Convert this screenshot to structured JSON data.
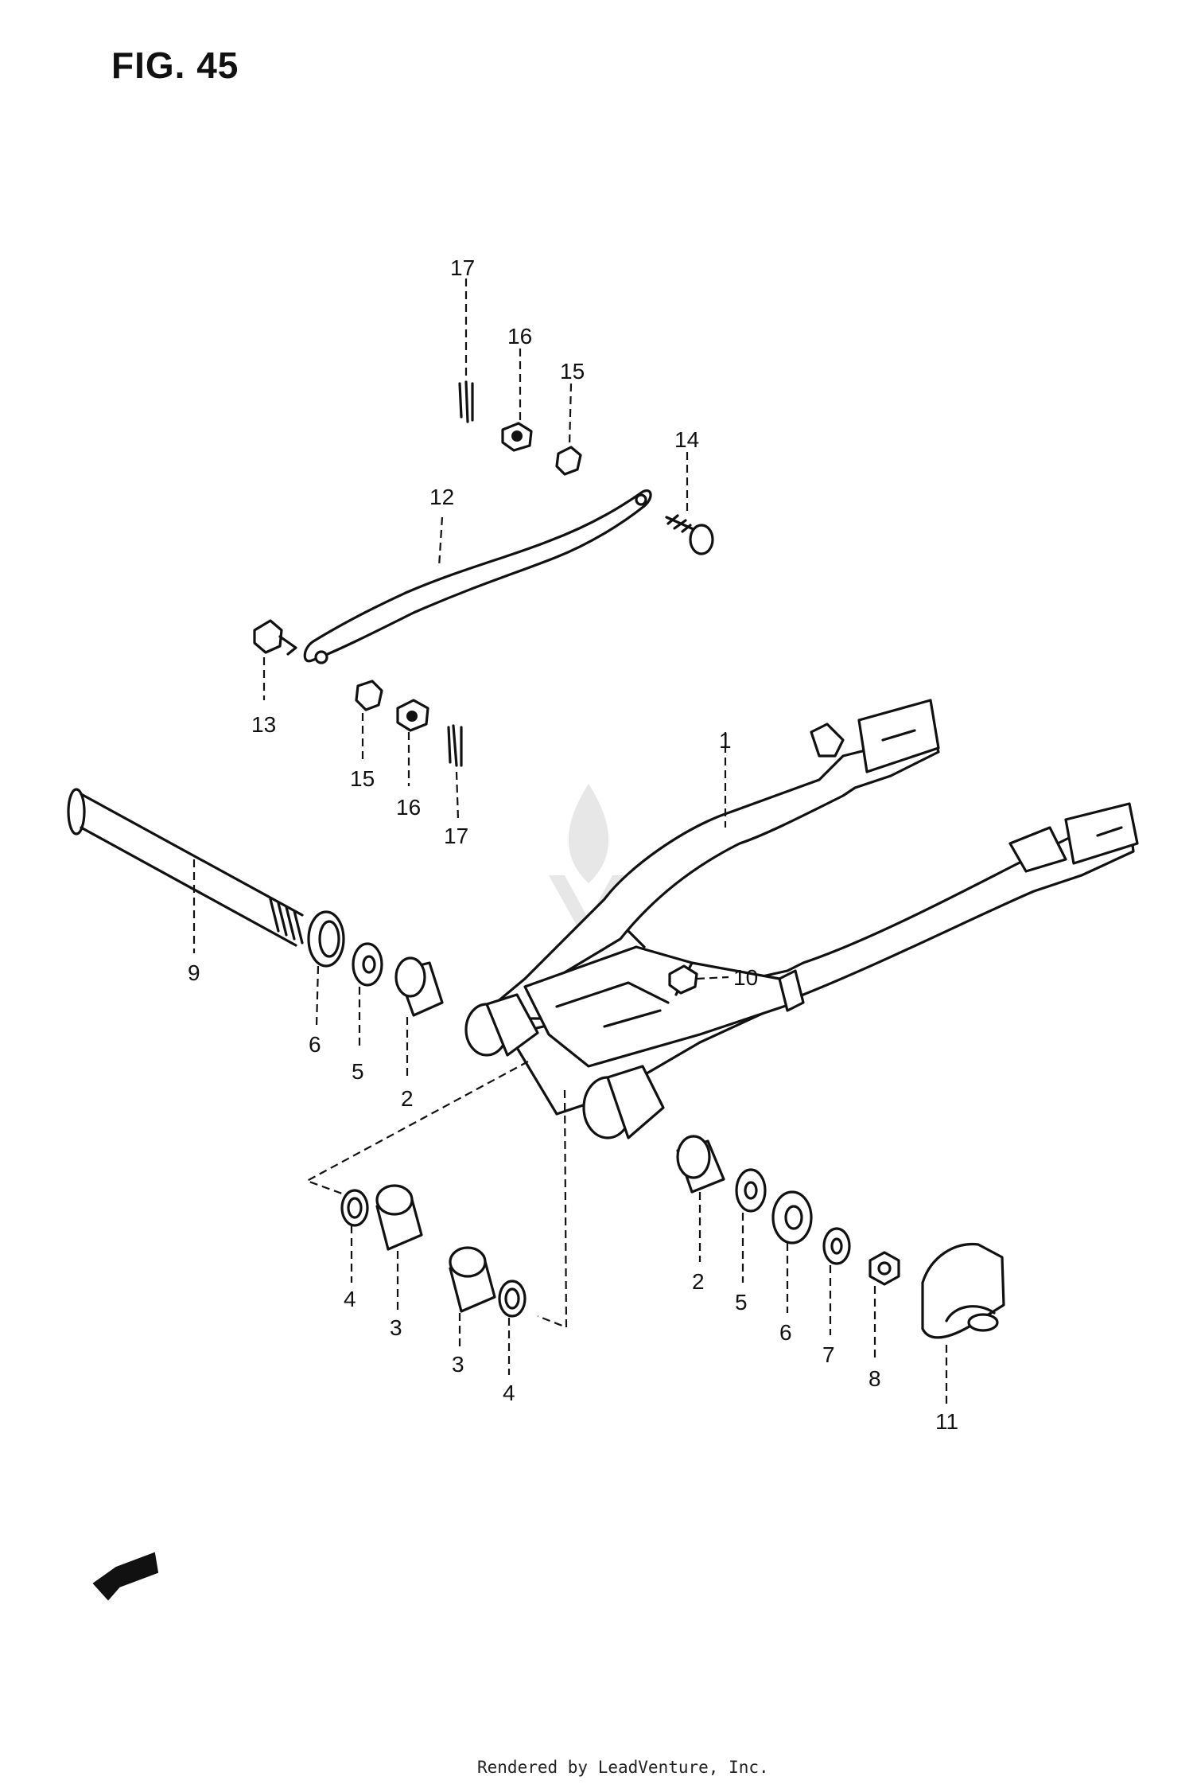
{
  "figure": {
    "title": "FIG. 45"
  },
  "callouts": [
    {
      "id": "17",
      "label": "17"
    },
    {
      "id": "16",
      "label": "16"
    },
    {
      "id": "15",
      "label": "15"
    },
    {
      "id": "14",
      "label": "14"
    },
    {
      "id": "12",
      "label": "12"
    },
    {
      "id": "13",
      "label": "13"
    },
    {
      "id": "15b",
      "label": "15"
    },
    {
      "id": "16b",
      "label": "16"
    },
    {
      "id": "17b",
      "label": "17"
    },
    {
      "id": "1",
      "label": "1"
    },
    {
      "id": "9",
      "label": "9"
    },
    {
      "id": "10",
      "label": "10"
    },
    {
      "id": "6",
      "label": "6"
    },
    {
      "id": "5",
      "label": "5"
    },
    {
      "id": "2",
      "label": "2"
    },
    {
      "id": "4",
      "label": "4"
    },
    {
      "id": "3",
      "label": "3"
    },
    {
      "id": "3b",
      "label": "3"
    },
    {
      "id": "4b",
      "label": "4"
    },
    {
      "id": "2b",
      "label": "2"
    },
    {
      "id": "5b",
      "label": "5"
    },
    {
      "id": "6b",
      "label": "6"
    },
    {
      "id": "7",
      "label": "7"
    },
    {
      "id": "8",
      "label": "8"
    },
    {
      "id": "11",
      "label": "11"
    }
  ],
  "front_arrow": {
    "icon": "front-direction-arrow-icon"
  },
  "watermark": {
    "icon": "leadventure-watermark-logo"
  },
  "footer": {
    "text": "Rendered by LeadVenture, Inc."
  }
}
